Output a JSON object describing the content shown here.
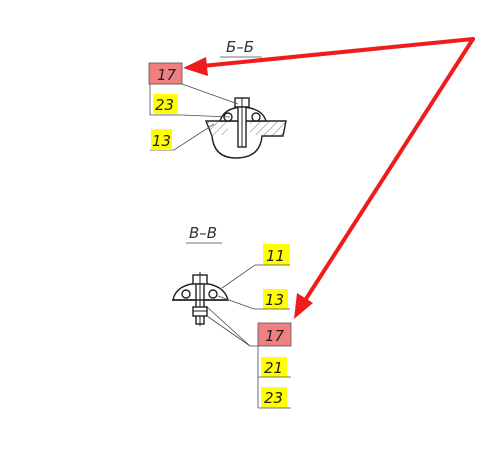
{
  "sections": {
    "b": {
      "title": "Б–Б"
    },
    "v": {
      "title": "В–В"
    }
  },
  "callouts": {
    "b_17": {
      "label": "17",
      "highlight": "#f08080"
    },
    "b_23": {
      "label": "23",
      "highlight": "#ffff00"
    },
    "b_13": {
      "label": "13",
      "highlight": "#ffff00"
    },
    "v_11": {
      "label": "11",
      "highlight": "#ffff00"
    },
    "v_13": {
      "label": "13",
      "highlight": "#ffff00"
    },
    "v_17": {
      "label": "17",
      "highlight": "#f08080"
    },
    "v_21": {
      "label": "21",
      "highlight": "#ffff00"
    },
    "v_23": {
      "label": "23",
      "highlight": "#ffff00"
    }
  },
  "colors": {
    "arrow": "#ee1c1c",
    "highlight_red": "#f08080",
    "highlight_yellow": "#ffff00"
  }
}
